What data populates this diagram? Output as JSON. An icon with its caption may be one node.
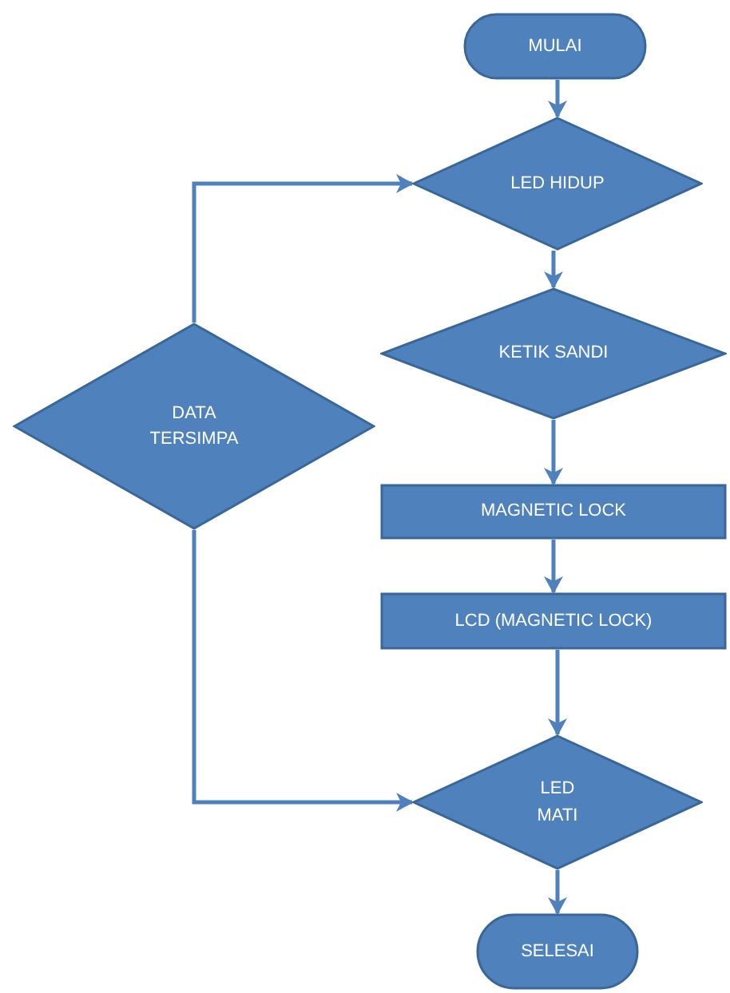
{
  "diagram": {
    "nodes": [
      {
        "text": [
          "MULAI"
        ]
      },
      {
        "text": [
          "LED HIDUP"
        ]
      },
      {
        "text": [
          "KETIK SANDI"
        ]
      },
      {
        "text": [
          "MAGNETIC LOCK"
        ]
      },
      {
        "text": [
          "LCD (MAGNETIC LOCK)"
        ]
      },
      {
        "text": [
          "DATA TERSIMPA"
        ]
      },
      {
        "text": [
          "LED MATI"
        ]
      },
      {
        "text": [
          "SELESAI"
        ]
      }
    ],
    "edges": [
      {
        "from": 0,
        "to": 1,
        "arrow": "to"
      },
      {
        "from": 1,
        "to": 2,
        "arrow": "to"
      },
      {
        "from": 2,
        "to": 3,
        "arrow": "to"
      },
      {
        "from": 3,
        "to": 4,
        "arrow": "to"
      },
      {
        "from": 4,
        "to": 6,
        "arrow": "to"
      },
      {
        "from": 6,
        "to": 7,
        "arrow": "to"
      },
      {
        "from": 5,
        "to": 1,
        "arrow": "to"
      },
      {
        "from": 5,
        "to": 6,
        "arrow": "to"
      }
    ]
  }
}
